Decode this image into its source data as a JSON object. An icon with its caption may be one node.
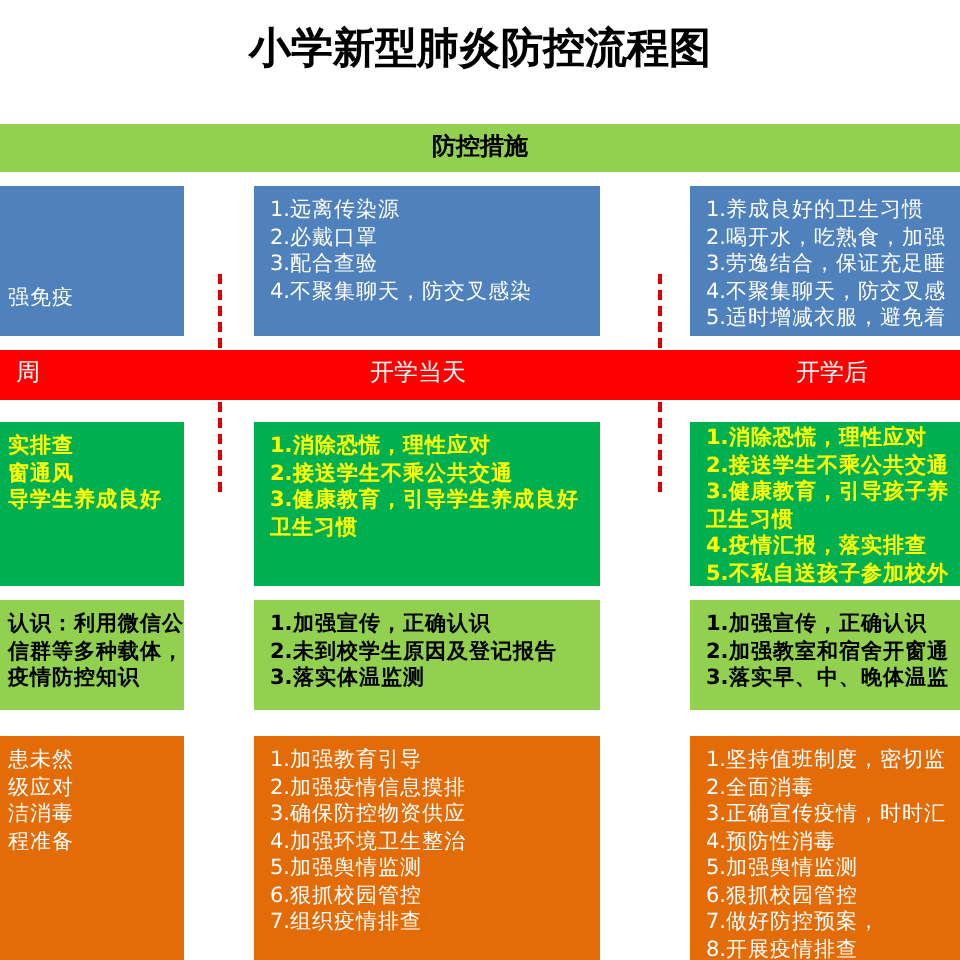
{
  "diagram": {
    "title": "小学新型肺炎防控流程图",
    "nodes": [
      {
        "text": [
          "防控措施"
        ]
      },
      {
        "text": [
          "强免疫"
        ]
      },
      {
        "text": [
          "1.远离传染源",
          "2.必戴口罩",
          "3.配合查验",
          "4.不聚集聊天，防交叉感染"
        ]
      },
      {
        "text": [
          "1.养成良好的卫生习惯",
          "2.喝开水，吃熟食，加强",
          "3.劳逸结合，保证充足睡",
          "4.不聚集聊天，防交叉感",
          "5.适时增减衣服，避免着"
        ]
      },
      {
        "text": [
          "周",
          "开学当天",
          "开学后"
        ]
      },
      {
        "text": [
          "实排查",
          "窗通风",
          "导学生养成良好"
        ]
      },
      {
        "text": [
          "1.消除恐慌，理性应对",
          "2.接送学生不乘公共交通",
          "3.健康教育，引导学生养成良好卫生习惯"
        ]
      },
      {
        "text": [
          "1.消除恐慌，理性应对",
          "2.接送学生不乘公共交通",
          "3.健康教育，引导孩子养",
          "卫生习惯",
          "4.疫情汇报，落实排查",
          "5.不私自送孩子参加校外"
        ]
      },
      {
        "text": [
          "认识：利用微信公",
          "信群等多种载体，",
          "疫情防控知识"
        ]
      },
      {
        "text": [
          "1.加强宣传，正确认识",
          "2.未到校学生原因及登记报告",
          "3.落实体温监测"
        ]
      },
      {
        "text": [
          "1.加强宣传，正确认识",
          "2.加强教室和宿舍开窗通",
          "3.落实早、中、晚体温监"
        ]
      },
      {
        "text": [
          "患未然",
          "级应对",
          "洁消毒",
          "程准备"
        ]
      },
      {
        "text": [
          "1.加强教育引导",
          "2.加强疫情信息摸排",
          "3.确保防控物资供应",
          "4.加强环境卫生整治",
          "5.加强舆情监测",
          "6.狠抓校园管控",
          "7.组织疫情排查"
        ]
      },
      {
        "text": [
          "1.坚持值班制度，密切监",
          "2.全面消毒",
          "3.正确宣传疫情，时时汇",
          "4.预防性消毒",
          "5.加强舆情监测",
          "6.狠抓校园管控",
          "7.做好防控预案，",
          "8.开展疫情排查"
        ]
      }
    ]
  }
}
